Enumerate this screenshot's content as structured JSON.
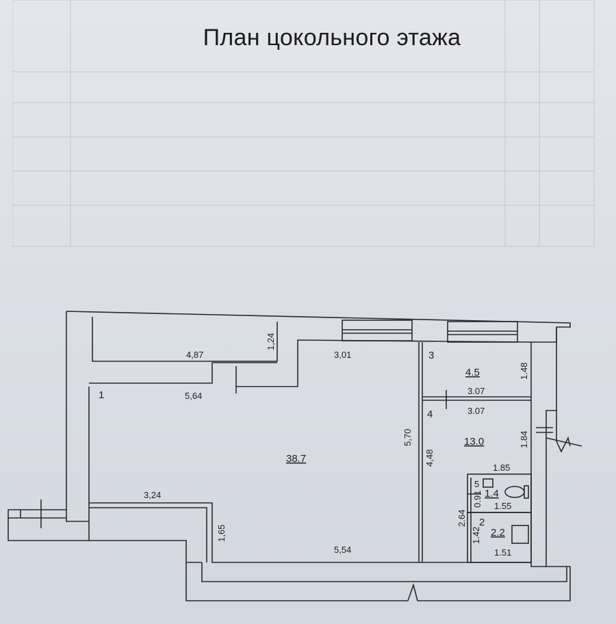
{
  "title": "План цокольного этажа",
  "rooms": {
    "r1": {
      "number": "1",
      "area": "38.7"
    },
    "r2": {
      "number": "2",
      "area": "2.2"
    },
    "r3": {
      "number": "3",
      "area": "4.5"
    },
    "r4": {
      "number": "4",
      "area": "13.0"
    },
    "r5": {
      "number": "5",
      "area": "1.4"
    }
  },
  "dimensions": {
    "d487": "4,87",
    "d124": "1,24",
    "d301": "3,01",
    "d564": "5,64",
    "d570": "5,70",
    "d448": "4,48",
    "d324": "3,24",
    "d165": "1,65",
    "d554": "5,54",
    "d148": "1.48",
    "d307a": "3.07",
    "d307b": "3.07",
    "d184": "1.84",
    "d185": "1.85",
    "d091": "0.91",
    "d155": "1.55",
    "d264": "2.64",
    "d142": "1.42",
    "d151": "1.51"
  },
  "colors": {
    "wall": "#2a2a2a",
    "paper": "#dcdfe6"
  }
}
